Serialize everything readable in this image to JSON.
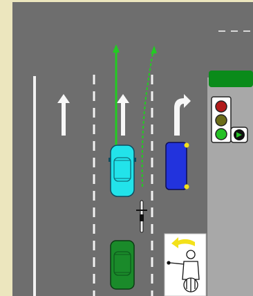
{
  "scene": {
    "colors": {
      "border_beige": "#ECE6BE",
      "road_gray": "#6E6E6E",
      "sidewalk_gray": "#A8A8A8",
      "lane_line_white": "#F2F2F2",
      "arrow_white": "#F7F7F7",
      "path_green": "#22CC22",
      "car_cyan": "#22E3EA",
      "car_blue": "#2233DD",
      "car_green": "#1A8A2A",
      "indicator_yellow": "#F3E11A",
      "awning_green": "#0A8B1A",
      "signal_red": "#B21B1B",
      "signal_amber": "#6C6D1A",
      "signal_green": "#26C126"
    },
    "road_markings": {
      "lane_arrows": [
        "straight-arrow",
        "straight-arrow",
        "right-turn-arrow"
      ]
    },
    "traffic_signal": {
      "lights": [
        "red",
        "amber",
        "green"
      ],
      "green_arrow_lit": true
    },
    "vehicles": [
      {
        "name": "cyan-car",
        "color": "cyan",
        "direction": "up"
      },
      {
        "name": "blue-car",
        "color": "blue",
        "direction": "up",
        "right_indicator_on": true
      },
      {
        "name": "green-car",
        "color": "green",
        "direction": "up"
      },
      {
        "name": "bicycle",
        "color": "black",
        "direction": "up"
      }
    ],
    "hand_signal_inset": {
      "subject": "cyclist-left-turn-hand-signal",
      "arrow_direction": "left"
    }
  }
}
